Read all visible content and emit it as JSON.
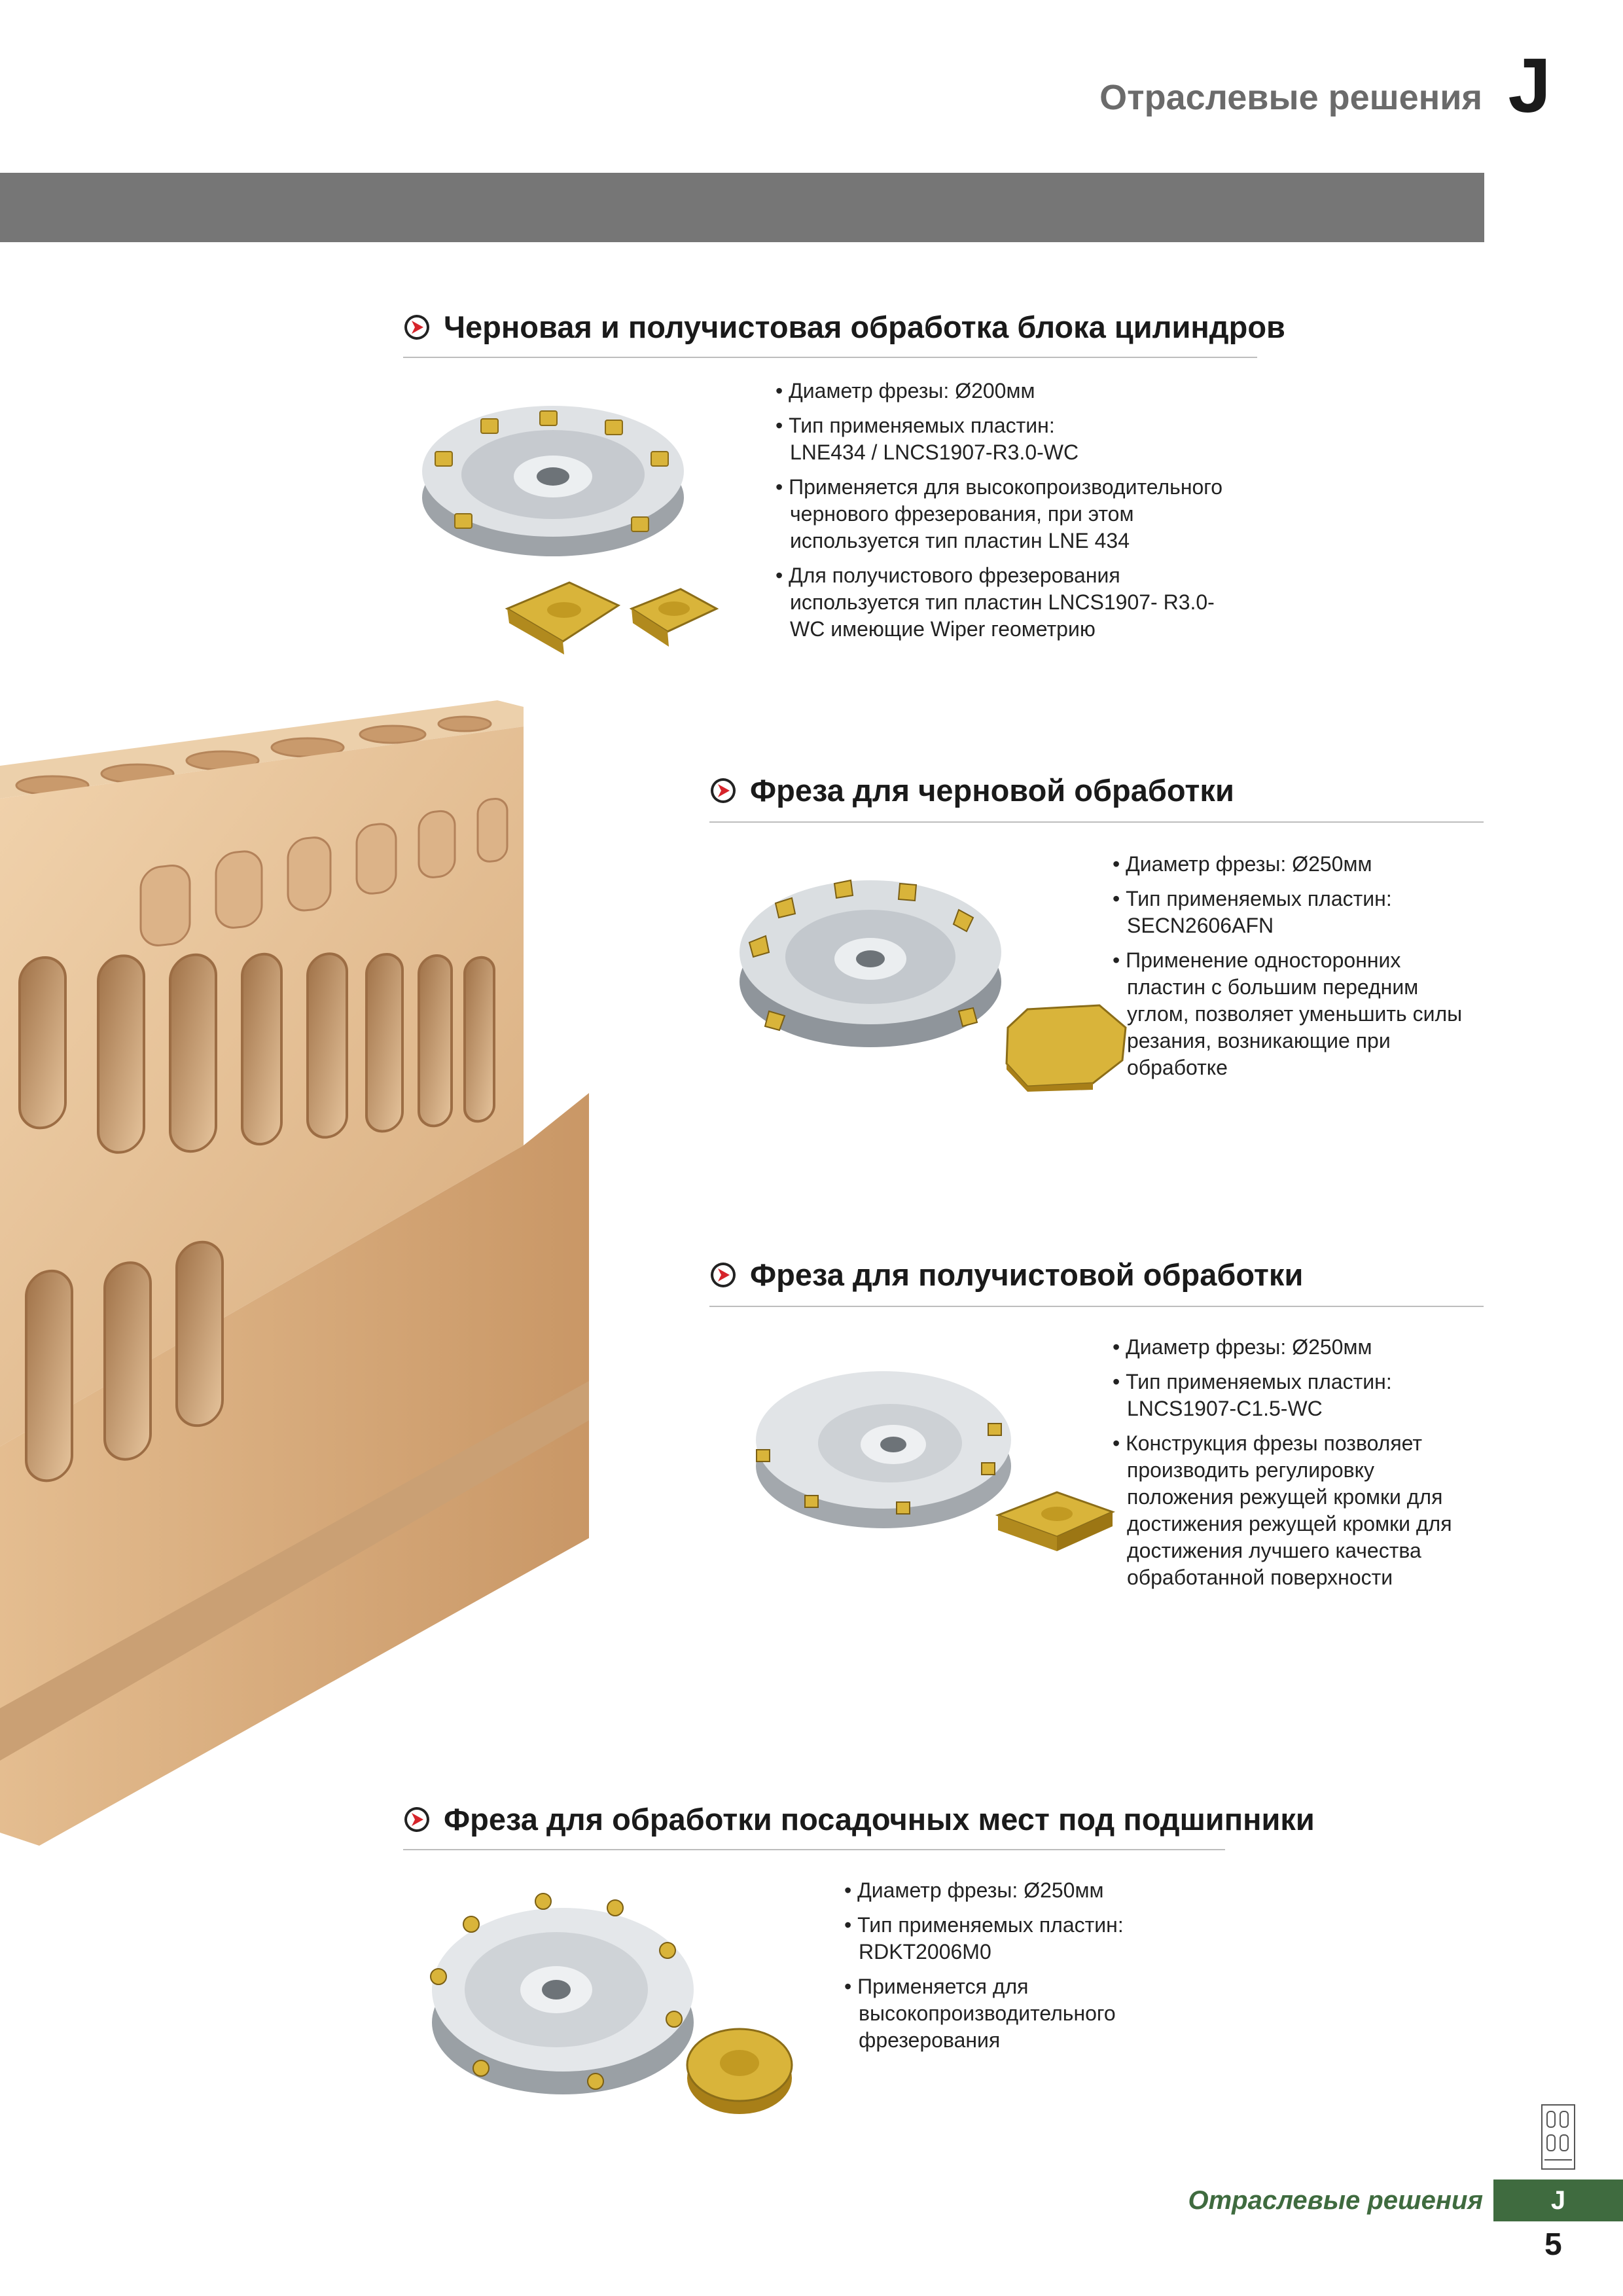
{
  "header": {
    "title": "Отраслевые решения",
    "letter": "J"
  },
  "colors": {
    "band_gray": "#767676",
    "footer_green": "#3f6b3f",
    "arrow_red": "#d6232a",
    "block_tan": "#e9c7a0",
    "insert_gold": "#d9b43a"
  },
  "sections": [
    {
      "title": "Черновая и получистовая обработка блока цилиндров",
      "bullets": [
        "Диаметр фрезы: Ø200мм",
        "Тип применяемых пластин:\n LNE434 / LNCS1907-R3.0-WC",
        "Применяется для высокопроизводительного\nчернового фрезерования, при этом\nиспользуется тип пластин LNE 434",
        "Для получистового фрезерования\nиспользуется тип пластин LNCS1907- R3.0-\nWC  имеющие Wiper  геометрию"
      ]
    },
    {
      "title": "Фреза для черновой обработки",
      "bullets": [
        "Диаметр фрезы: Ø250мм",
        "Тип применяемых пластин:\nSECN2606AFN",
        "Применение односторонних\nпластин с большим передним\nуглом, позволяет уменьшить силы\nрезания, возникающие при\nобработке"
      ]
    },
    {
      "title": "Фреза для получистовой обработки",
      "bullets": [
        "Диаметр фрезы: Ø250мм",
        "Тип применяемых пластин:\nLNCS1907-C1.5-WC",
        "Конструкция фрезы позволяет\nпроизводить регулировку\nположения режущей кромки для\nдостижения режущей кромки для\nдостижения лучшего качества\nобработанной поверхности"
      ]
    },
    {
      "title": "Фреза для обработки посадочных мест под подшипники",
      "bullets": [
        "Диаметр фрезы: Ø250мм",
        "Тип применяемых пластин:\nRDKT2006M0",
        "Применяется для\nвысокопроизводительного\nфрезерования"
      ]
    }
  ],
  "footer": {
    "text": "Отраслевые решения",
    "tab": "J",
    "page": "5"
  },
  "images": {
    "engine_block": "cylinder-block-render",
    "cutters": [
      "face-mill-cutter",
      "face-mill-cutter",
      "face-mill-cutter",
      "face-mill-cutter"
    ],
    "inserts": [
      "rect-insert",
      "octagon-insert",
      "square-insert",
      "round-insert"
    ]
  }
}
